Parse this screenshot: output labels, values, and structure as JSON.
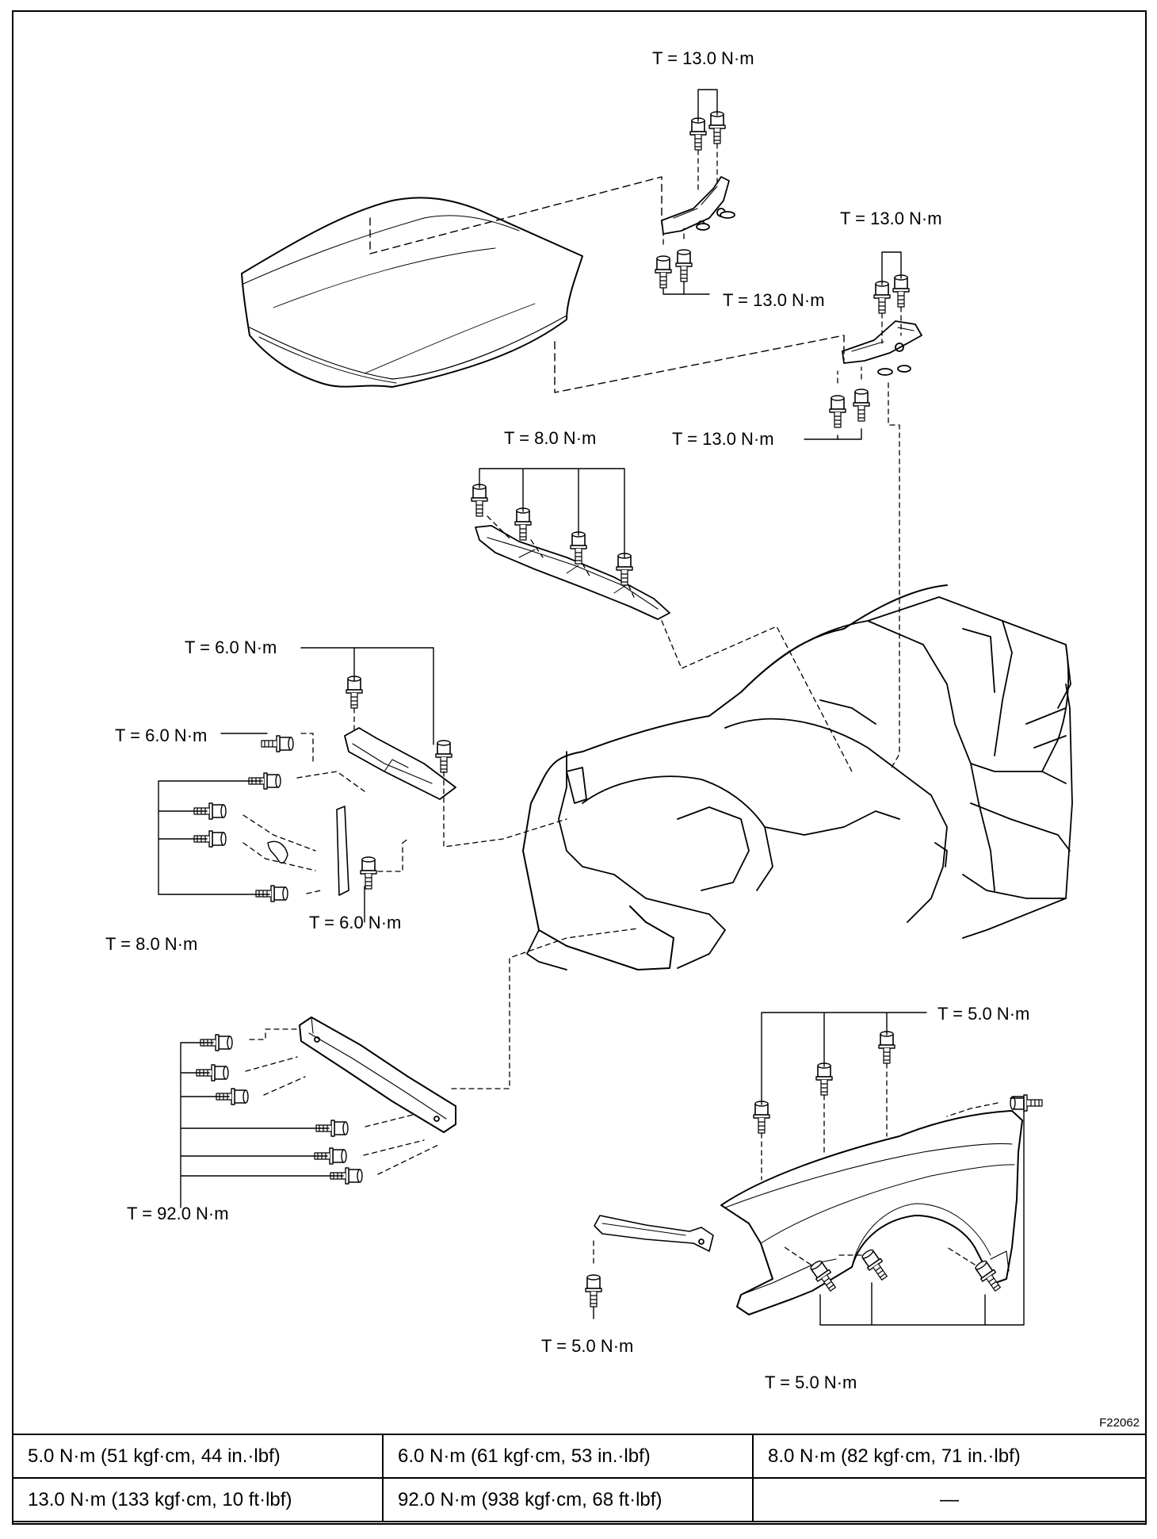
{
  "figure_id": "F22062",
  "torque_labels": {
    "hinge_left_top": "T = 13.0 N·m",
    "hinge_left_bottom": "T = 13.0 N·m",
    "hinge_right_top": "T = 13.0 N·m",
    "hinge_right_bottom": "T = 13.0 N·m",
    "cowl_louver": "T = 8.0 N·m",
    "support_top": "T = 6.0 N·m",
    "support_side": "T = 6.0 N·m",
    "support_bottom": "T = 6.0 N·m",
    "support_left": "T = 8.0 N·m",
    "bumper_reinforcement": "T = 92.0 N·m",
    "fender_top": "T = 5.0 N·m",
    "fender_bracket": "T = 5.0 N·m",
    "fender_bottom": "T = 5.0 N·m"
  },
  "spec_table": {
    "rows": [
      [
        "5.0 N·m (51 kgf·cm, 44 in.·lbf)",
        "6.0 N·m (61 kgf·cm, 53 in.·lbf)",
        "8.0 N·m (82 kgf·cm, 71 in.·lbf)"
      ],
      [
        "13.0 N·m (133 kgf·cm, 10 ft·lbf)",
        "92.0 N·m (938 kgf·cm, 68 ft·lbf)",
        "—"
      ]
    ]
  }
}
